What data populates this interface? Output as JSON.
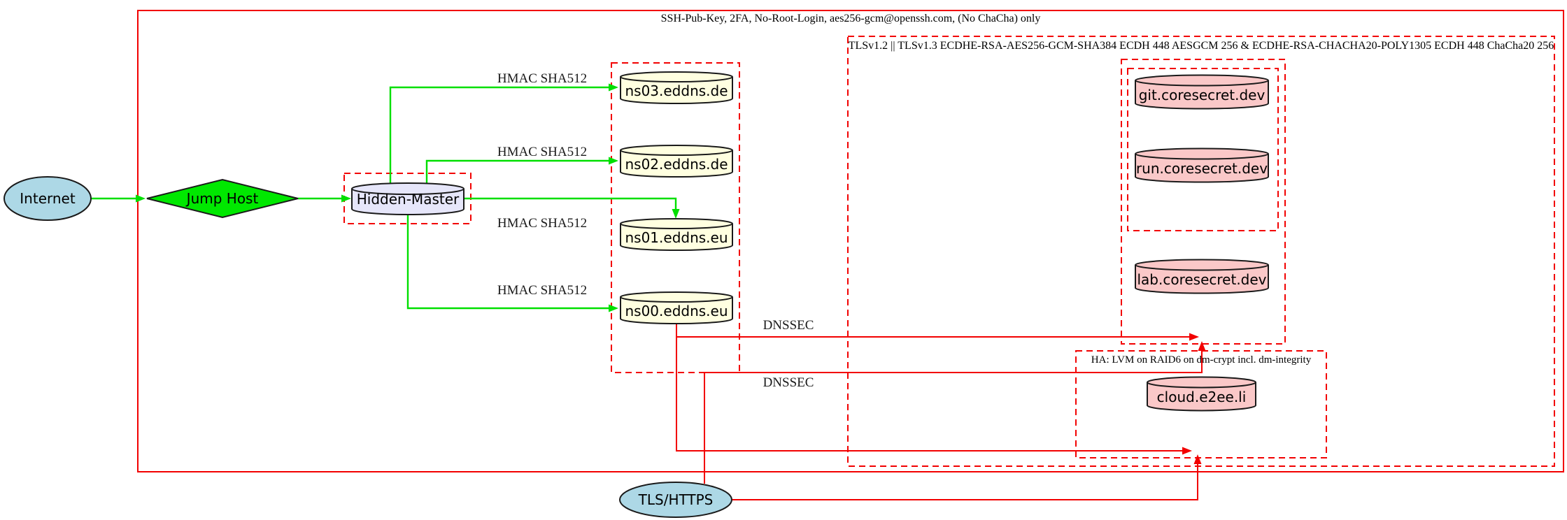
{
  "clusters": {
    "ssh": {
      "label": "SSH-Pub-Key, 2FA, No-Root-Login, aes256-gcm@openssh.com, (No ChaCha) only",
      "border": "solid",
      "color": "#F20000"
    },
    "tls": {
      "label": "TLSv1.2 || TLSv1.3 ECDHE-RSA-AES256-GCM-SHA384 ECDH 448 AESGCM 256 & ECDHE-RSA-CHACHA20-POLY1305 ECDH 448 ChaCha20 256",
      "border": "dashed",
      "color": "#F20000"
    },
    "ha": {
      "label": "HA: LVM on RAID6 on dm-crypt incl. dm-integrity",
      "border": "dashed",
      "color": "#F20000"
    },
    "hidden_master_box": {
      "label": "",
      "border": "dashed",
      "color": "#F20000"
    },
    "nameserver_box": {
      "label": "",
      "border": "dashed",
      "color": "#F20000"
    },
    "coresecret_outer_box": {
      "label": "",
      "border": "dashed",
      "color": "#F20000"
    },
    "coresecret_inner_box": {
      "label": "",
      "border": "dashed",
      "color": "#F20000"
    }
  },
  "nodes": {
    "internet": {
      "label": "Internet",
      "shape": "ellipse",
      "fill": "#ADD8E6"
    },
    "jump_host": {
      "label": "Jump Host",
      "shape": "diamond",
      "fill": "#00E800"
    },
    "hidden_master": {
      "label": "Hidden-Master",
      "shape": "cylinder",
      "fill": "#E6E6FA"
    },
    "ns03": {
      "label": "ns03.eddns.de",
      "shape": "cylinder",
      "fill": "#FFFFE0"
    },
    "ns02": {
      "label": "ns02.eddns.de",
      "shape": "cylinder",
      "fill": "#FFFFE0"
    },
    "ns01": {
      "label": "ns01.eddns.eu",
      "shape": "cylinder",
      "fill": "#FFFFE0"
    },
    "ns00": {
      "label": "ns00.eddns.eu",
      "shape": "cylinder",
      "fill": "#FFFFE0"
    },
    "git": {
      "label": "git.coresecret.dev",
      "shape": "cylinder",
      "fill": "#FAC8C8"
    },
    "run": {
      "label": "run.coresecret.dev",
      "shape": "cylinder",
      "fill": "#FAC8C8"
    },
    "lab": {
      "label": "lab.coresecret.dev",
      "shape": "cylinder",
      "fill": "#FAC8C8"
    },
    "cloud": {
      "label": "cloud.e2ee.li",
      "shape": "cylinder",
      "fill": "#FAC8C8"
    },
    "tls_https": {
      "label": "TLS/HTTPS",
      "shape": "ellipse",
      "fill": "#ADD8E6"
    }
  },
  "edges": {
    "hmac_label": "HMAC SHA512",
    "dnssec_label": "DNSSEC",
    "ssh_edge_color": "#00DF00",
    "tls_edge_color": "#F20000"
  }
}
